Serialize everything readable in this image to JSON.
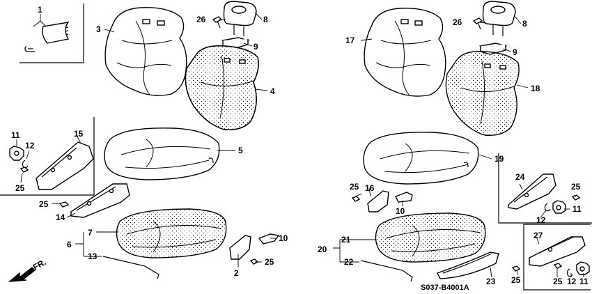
{
  "diagram_code": "S037-B4001A",
  "direction_label": "FR.",
  "callouts": {
    "c1": "1",
    "c2": "2",
    "c3": "3",
    "c4": "4",
    "c5": "5",
    "c6": "6",
    "c7": "7",
    "c8_left": "8",
    "c9_left": "9",
    "c10_left": "10",
    "c11_left": "11",
    "c12_left": "12",
    "c13": "13",
    "c14": "14",
    "c15": "15",
    "c25_a": "25",
    "c25_b": "25",
    "c25_c": "25",
    "c26_left": "26",
    "c8_right": "8",
    "c9_right": "9",
    "c10_right": "10",
    "c11_r1": "11",
    "c11_r2": "11",
    "c12_r1": "12",
    "c12_r2": "12",
    "c16": "16",
    "c17": "17",
    "c18": "18",
    "c19": "19",
    "c20": "20",
    "c21": "21",
    "c22": "22",
    "c23": "23",
    "c24": "24",
    "c25_d": "25",
    "c25_e": "25",
    "c25_f": "25",
    "c25_g": "25",
    "c26_right": "26",
    "c27": "27"
  }
}
